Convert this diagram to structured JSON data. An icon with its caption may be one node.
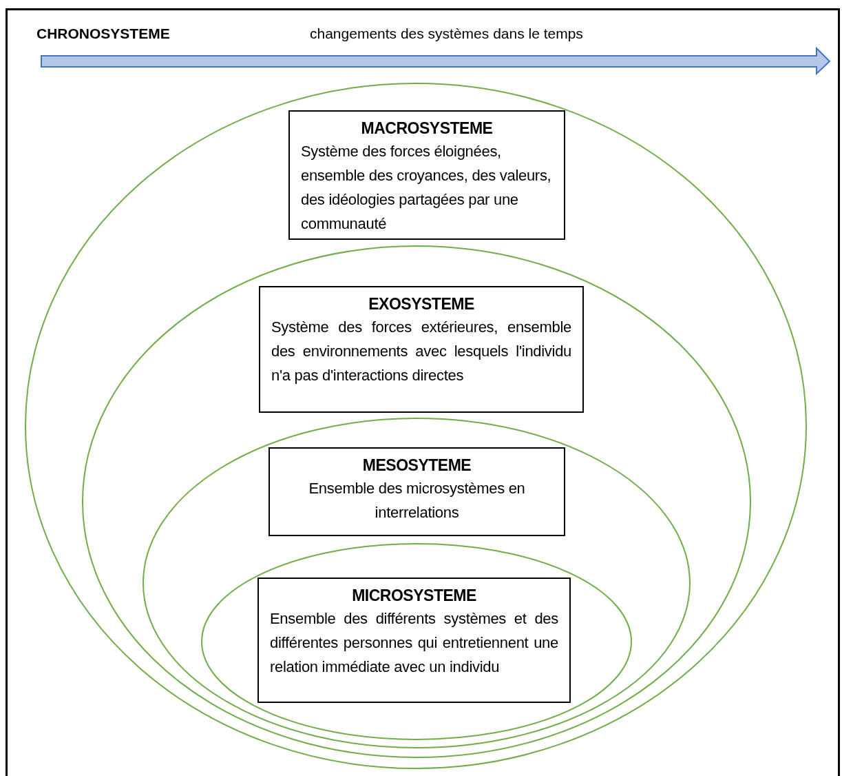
{
  "diagram": {
    "nodes": [
      {
        "text": [
          "MACROSYSTEME",
          "Système des forces éloignées, ensemble des croyances, des valeurs, des idéologies partagées par une communauté"
        ]
      },
      {
        "text": [
          "EXOSYSTEME",
          "Système des forces extérieures, ensemble des environnements avec lesquels l'individu n'a pas d'interactions directes"
        ]
      },
      {
        "text": [
          "MESOSYTEME",
          "Ensemble des microsystèmes en interrelations"
        ]
      },
      {
        "text": [
          "MICROSYSTEME",
          "Ensemble des différents systèmes et des différentes personnes qui entretiennent une relation immédiate avec un individu"
        ]
      }
    ],
    "edges": [],
    "labels": [
      "CHRONOSYSTEME",
      "changements des systèmes dans le temps"
    ]
  }
}
